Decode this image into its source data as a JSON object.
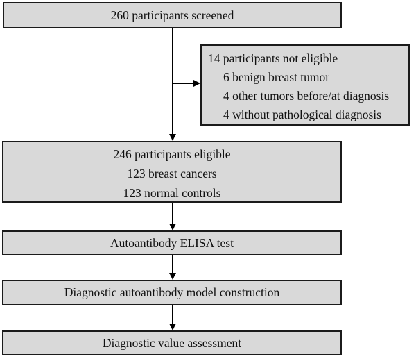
{
  "flowchart": {
    "box_screened": {
      "label": "260 participants screened"
    },
    "box_not_eligible": {
      "title": "14 participants not eligible",
      "items": [
        "6 benign breast tumor",
        "4 other tumors before/at diagnosis",
        "4 without pathological diagnosis"
      ]
    },
    "box_eligible": {
      "lines": [
        "246 participants eligible",
        "123 breast cancers",
        "123 normal controls"
      ]
    },
    "box_elisa": {
      "label": "Autoantibody ELISA test"
    },
    "box_model": {
      "label": "Diagnostic autoantibody model construction"
    },
    "box_assessment": {
      "label": "Diagnostic value assessment"
    },
    "colors": {
      "box_fill": "#d9d9d9",
      "box_border": "#1b1b1b",
      "arrow": "#000000",
      "background": "#ffffff"
    }
  }
}
